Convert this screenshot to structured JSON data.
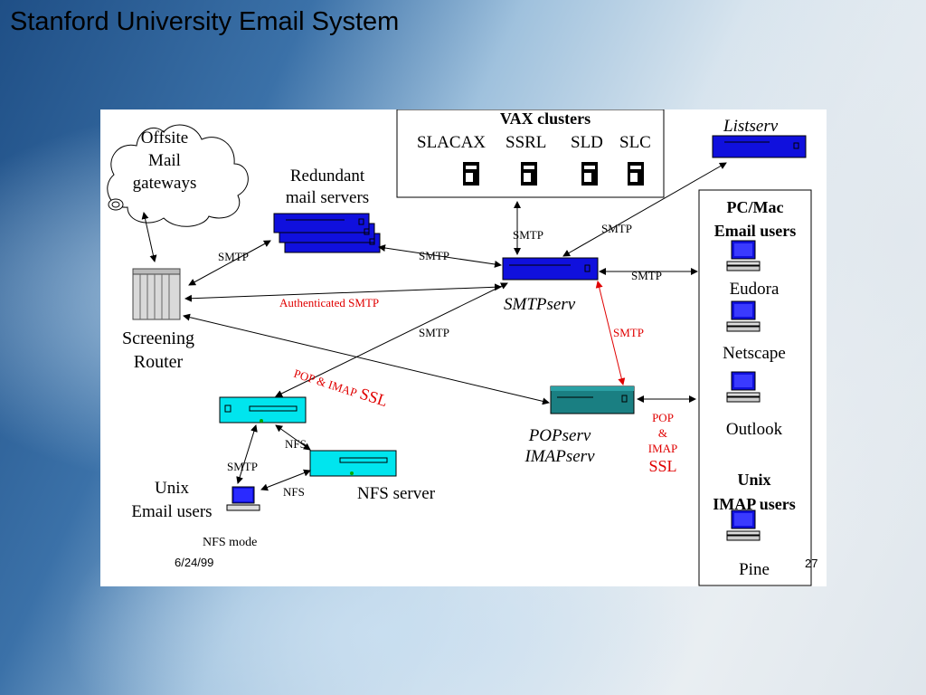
{
  "slide": {
    "title": "Stanford University Email System"
  },
  "offsite": {
    "lines": [
      "Offsite",
      "Mail",
      "gateways"
    ]
  },
  "redundant": {
    "lines": [
      "Redundant",
      "mail servers"
    ]
  },
  "vax": {
    "title": "VAX clusters",
    "nodes": [
      "SLACAX",
      "SSRL",
      "SLD",
      "SLC"
    ]
  },
  "listserv": {
    "label": "Listserv"
  },
  "screening": {
    "lines": [
      "Screening",
      "Router"
    ]
  },
  "smtpserv": {
    "label": "SMTPserv"
  },
  "popserv": {
    "lines": [
      "POPserv",
      "IMAPserv"
    ]
  },
  "nfs_server": {
    "label": "NFS server"
  },
  "unix_users": {
    "lines": [
      "Unix",
      "Email users"
    ]
  },
  "nfs_mode": "NFS mode",
  "date": "6/24/99",
  "page": "27",
  "pcmac": {
    "title_lines": [
      "PC/Mac",
      "Email users"
    ],
    "clients": [
      "Eudora",
      "Netscape",
      "Outlook"
    ],
    "unix_title_lines": [
      "Unix",
      "IMAP users"
    ],
    "unix_client": "Pine"
  },
  "links": {
    "smtp": "SMTP",
    "auth_smtp": "Authenticated SMTP",
    "pop_imap_ssl_a": "POP & IMAP",
    "pop_imap_ssl_b": "SSL",
    "nfs": "NFS",
    "pop": "POP",
    "amp": "&",
    "imap": "IMAP",
    "ssl": "SSL"
  },
  "colors": {
    "server_blue": "#1010dd",
    "server_cyan": "#00e5ee",
    "server_teal": "#1a7f82",
    "link_red": "#e00000"
  }
}
